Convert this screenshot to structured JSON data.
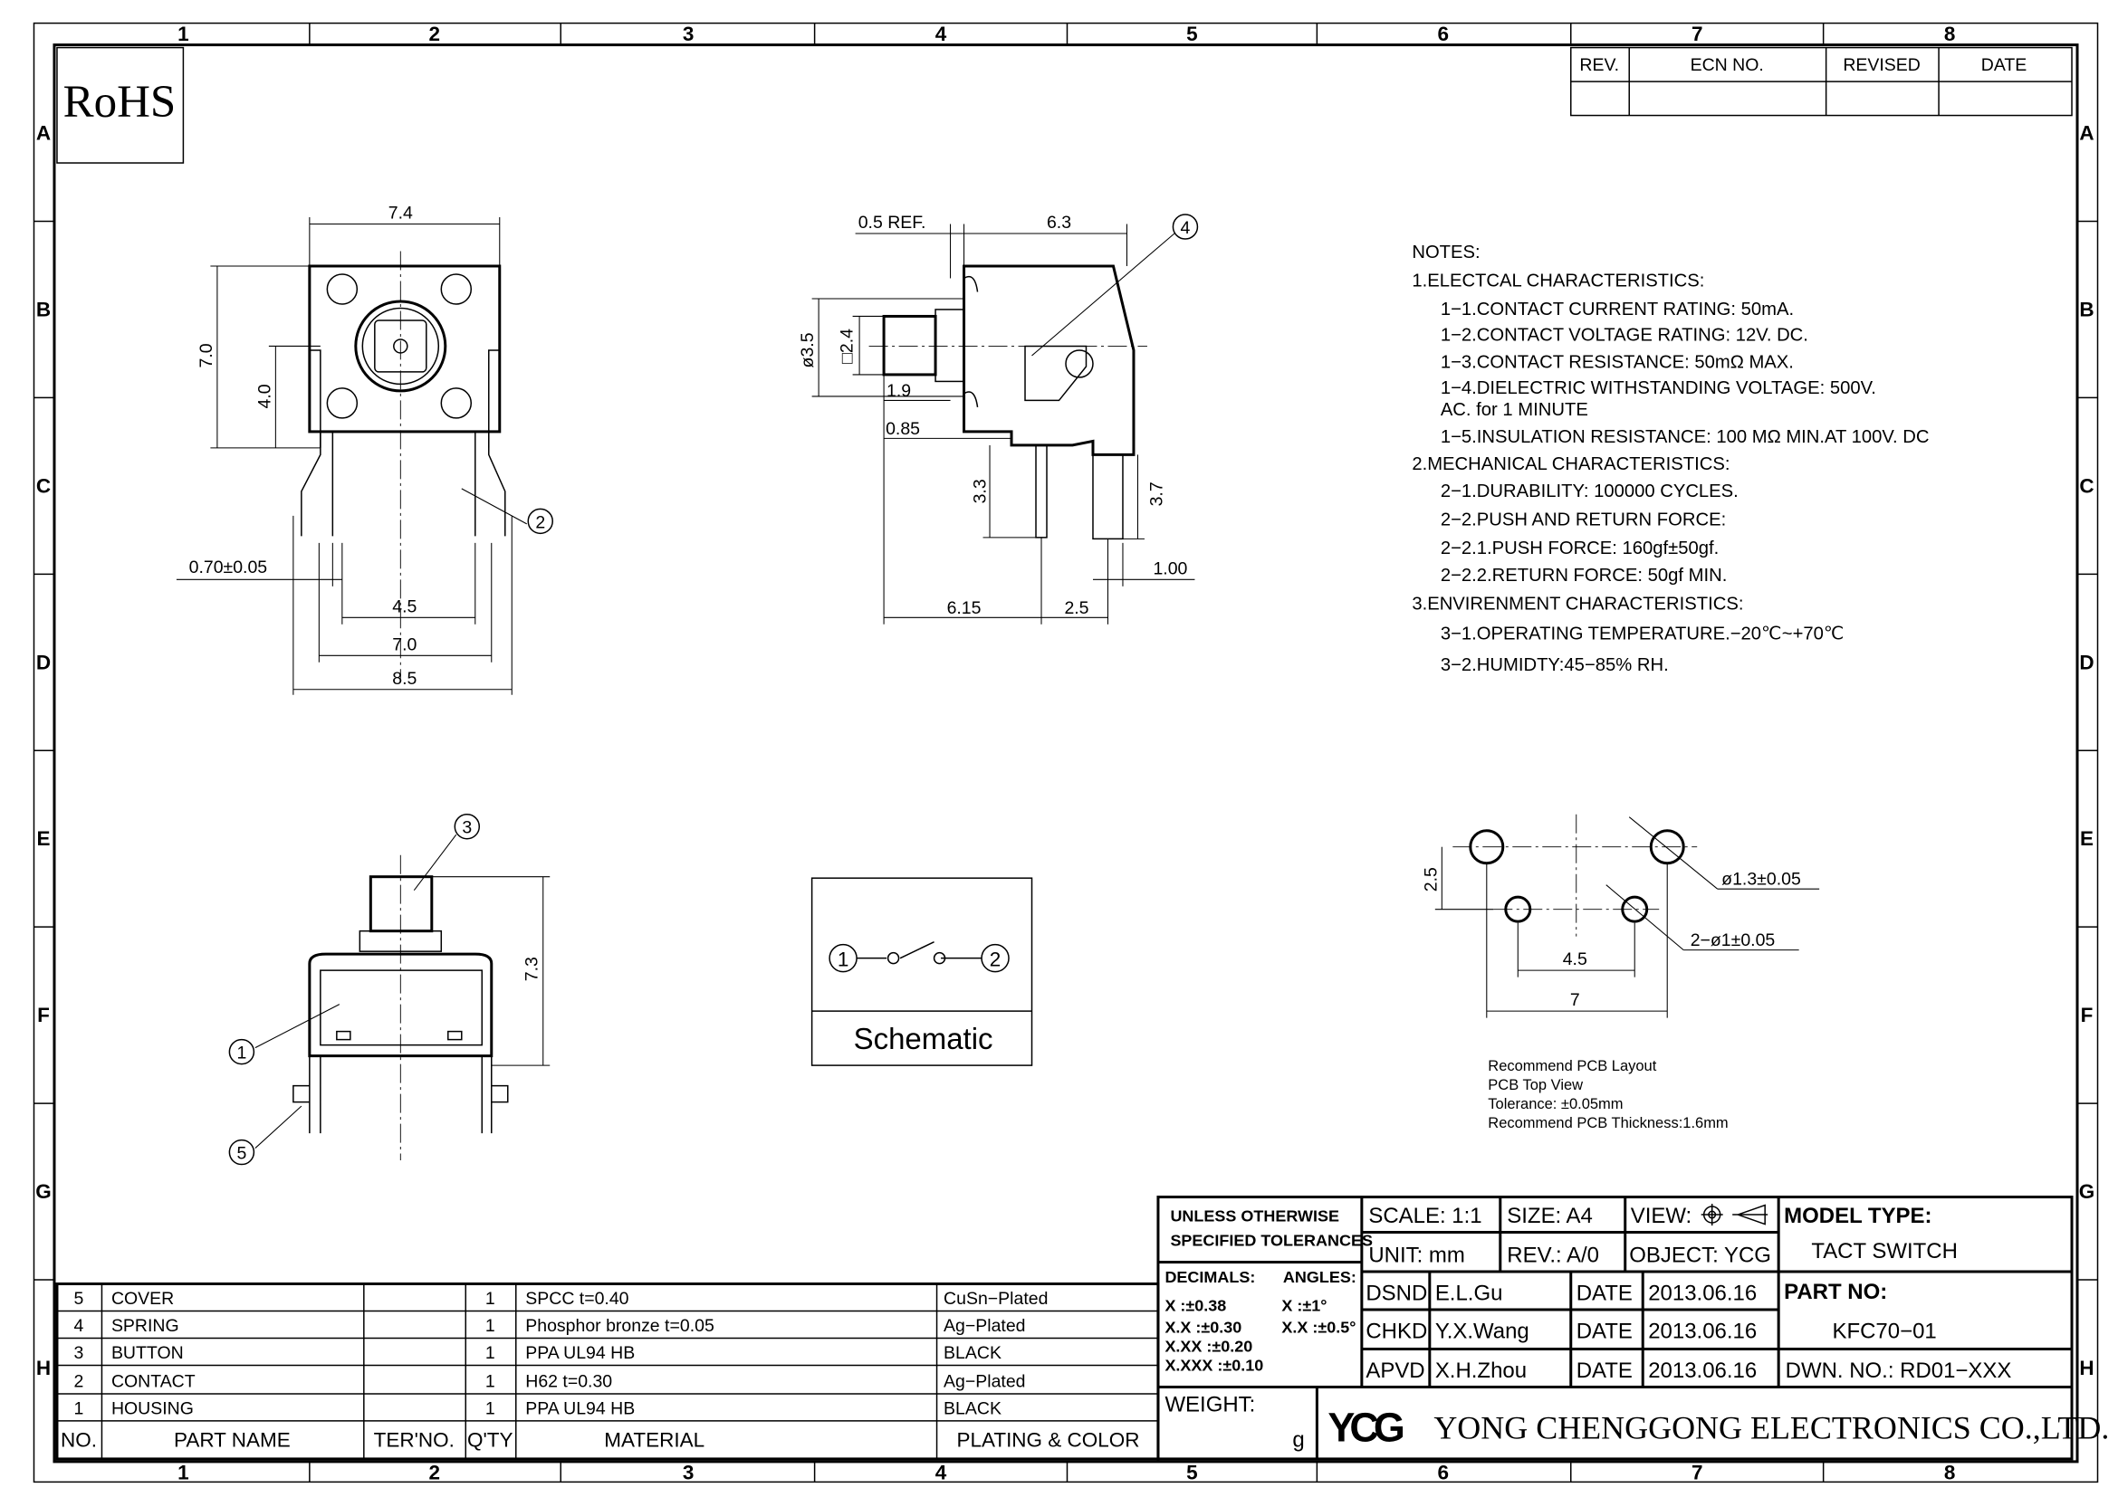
{
  "frame": {
    "columns": [
      "1",
      "2",
      "3",
      "4",
      "5",
      "6",
      "7",
      "8"
    ],
    "rows": [
      "A",
      "B",
      "C",
      "D",
      "E",
      "F",
      "G",
      "H"
    ]
  },
  "rohs": "RoHS",
  "revision_table": {
    "headers": [
      "REV.",
      "ECN NO.",
      "REVISED",
      "DATE"
    ]
  },
  "notes": [
    "NOTES:",
    "1.ELECTCAL  CHARACTERISTICS:",
    "1−1.CONTACT  CURRENT  RATING:   50mA.",
    "1−2.CONTACT  VOLTAGE  RATING:  12V.  DC.",
    "1−3.CONTACT  RESISTANCE:  50mΩ  MAX.",
    "1−4.DIELECTRIC  WITHSTANDING  VOLTAGE:  500V.",
    "AC.  for  1  MINUTE",
    "1−5.INSULATION  RESISTANCE:  100  MΩ  MIN.AT  100V.  DC",
    "2.MECHANICAL  CHARACTERISTICS:",
    "2−1.DURABILITY:  100000  CYCLES.",
    "2−2.PUSH  AND  RETURN  FORCE:",
    "2−2.1.PUSH  FORCE:    160gf±50gf.",
    "2−2.2.RETURN  FORCE:  50gf  MIN.",
    "3.ENVIRENMENT  CHARACTERISTICS:",
    "3−1.OPERATING  TEMPERATURE.−20℃~+70℃",
    "3−2.HUMIDTY:45−85%  RH."
  ],
  "top_view": {
    "w74": "7.4",
    "h70": "7.0",
    "h40": "4.0",
    "pin": "0.70±0.05",
    "d45": "4.5",
    "d70": "7.0",
    "d85": "8.5",
    "balloon": "2"
  },
  "side_view": {
    "ref": "0.5  REF.",
    "d63": "6.3",
    "dia": "ø3.5",
    "sq": "□2.4",
    "d19": "1.9",
    "d085": "0.85",
    "d33": "3.3",
    "d37": "3.7",
    "d100": "1.00",
    "d615": "6.15",
    "d25": "2.5",
    "balloon": "4"
  },
  "front_view": {
    "b3": "3",
    "h73": "7.3",
    "b1": "1",
    "b5": "5"
  },
  "schematic": {
    "label": "Schematic",
    "pin1": "1",
    "pin2": "2"
  },
  "pcb": {
    "d25": "2.5",
    "big_hole": "ø1.3±0.05",
    "small_hole": "2−ø1±0.05",
    "d45": "4.5",
    "d7": "7",
    "notes": [
      "Recommend  PCB  Layout",
      "PCB  Top  View",
      "Tolerance:  ±0.05mm",
      "Recommend  PCB  Thickness:1.6mm"
    ]
  },
  "bom": {
    "headers": [
      "NO.",
      "PART  NAME",
      "TER'NO.",
      "Q'TY",
      "MATERIAL",
      "PLATING  &  COLOR"
    ],
    "rows": [
      {
        "no": "5",
        "name": "COVER",
        "ter": "",
        "qty": "1",
        "material": "SPCC  t=0.40",
        "plating": "CuSn−Plated"
      },
      {
        "no": "4",
        "name": "SPRING",
        "ter": "",
        "qty": "1",
        "material": "Phosphor  bronze    t=0.05",
        "plating": "Ag−Plated"
      },
      {
        "no": "3",
        "name": "BUTTON",
        "ter": "",
        "qty": "1",
        "material": "PPA  UL94  HB",
        "plating": "BLACK"
      },
      {
        "no": "2",
        "name": "CONTACT",
        "ter": "",
        "qty": "1",
        "material": "H62  t=0.30",
        "plating": "Ag−Plated"
      },
      {
        "no": "1",
        "name": "HOUSING",
        "ter": "",
        "qty": "1",
        "material": "PPA  UL94  HB",
        "plating": "BLACK"
      }
    ]
  },
  "title_block": {
    "tolerance_title1": "UNLESS  OTHERWISE",
    "tolerance_title2": "SPECIFIED  TOLERANCES",
    "decimals": "DECIMALS:",
    "angles": "ANGLES:",
    "tol": [
      "X      :±0.38",
      "X.X    :±0.30",
      "X.XX  :±0.20",
      "X.XXX :±0.10"
    ],
    "ang": [
      "X   :±1°",
      "X.X :±0.5°"
    ],
    "scale": "SCALE:  1:1",
    "size": "SIZE:  A4",
    "view": "VIEW:",
    "unit": "UNIT:  mm",
    "rev": "REV.:  A/0",
    "object": "OBJECT:  YCG",
    "model_type_label": "MODEL  TYPE:",
    "model_type": "TACT  SWITCH",
    "part_no_label": "PART  NO:",
    "part_no": "KFC70−01",
    "dwn_no": "DWN.  NO.:  RD01−XXX",
    "sign": [
      {
        "role": "DSND",
        "name": "E.L.Gu",
        "date_label": "DATE",
        "date": "2013.06.16"
      },
      {
        "role": "CHKD",
        "name": "Y.X.Wang",
        "date_label": "DATE",
        "date": "2013.06.16"
      },
      {
        "role": "APVD",
        "name": "X.H.Zhou",
        "date_label": "DATE",
        "date": "2013.06.16"
      }
    ],
    "weight": "WEIGHT:",
    "weight_unit": "g",
    "logo": "YCG",
    "company": "YONG  CHENGGONG  ELECTRONICS  CO.,LTD."
  }
}
